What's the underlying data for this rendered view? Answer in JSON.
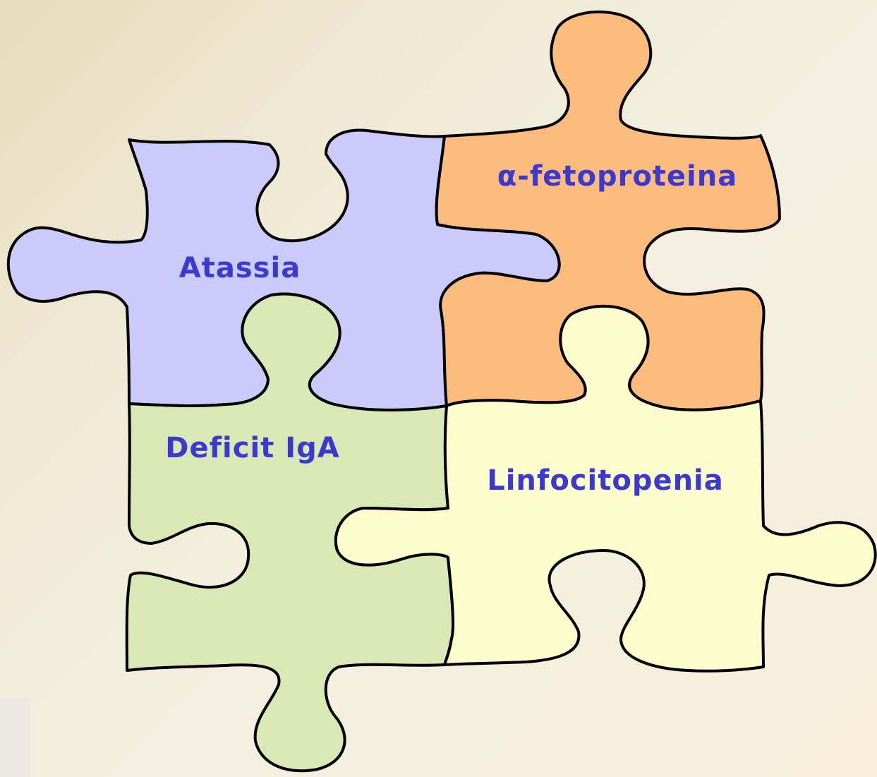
{
  "colors": {
    "label_text": "#3a3ad0",
    "outline": "#000000"
  },
  "pieces": [
    {
      "id": "atassia",
      "label": "Atassia",
      "fill": "#cbcbfb"
    },
    {
      "id": "alpha-fetoprotein",
      "label": "α-fetoproteina",
      "fill": "#fdbc7e"
    },
    {
      "id": "deficit-iga",
      "label": "Deficit IgA",
      "fill": "#d9e8b5"
    },
    {
      "id": "linfocitopenia",
      "label": "Linfocitopenia",
      "fill": "#fdfccd"
    }
  ]
}
